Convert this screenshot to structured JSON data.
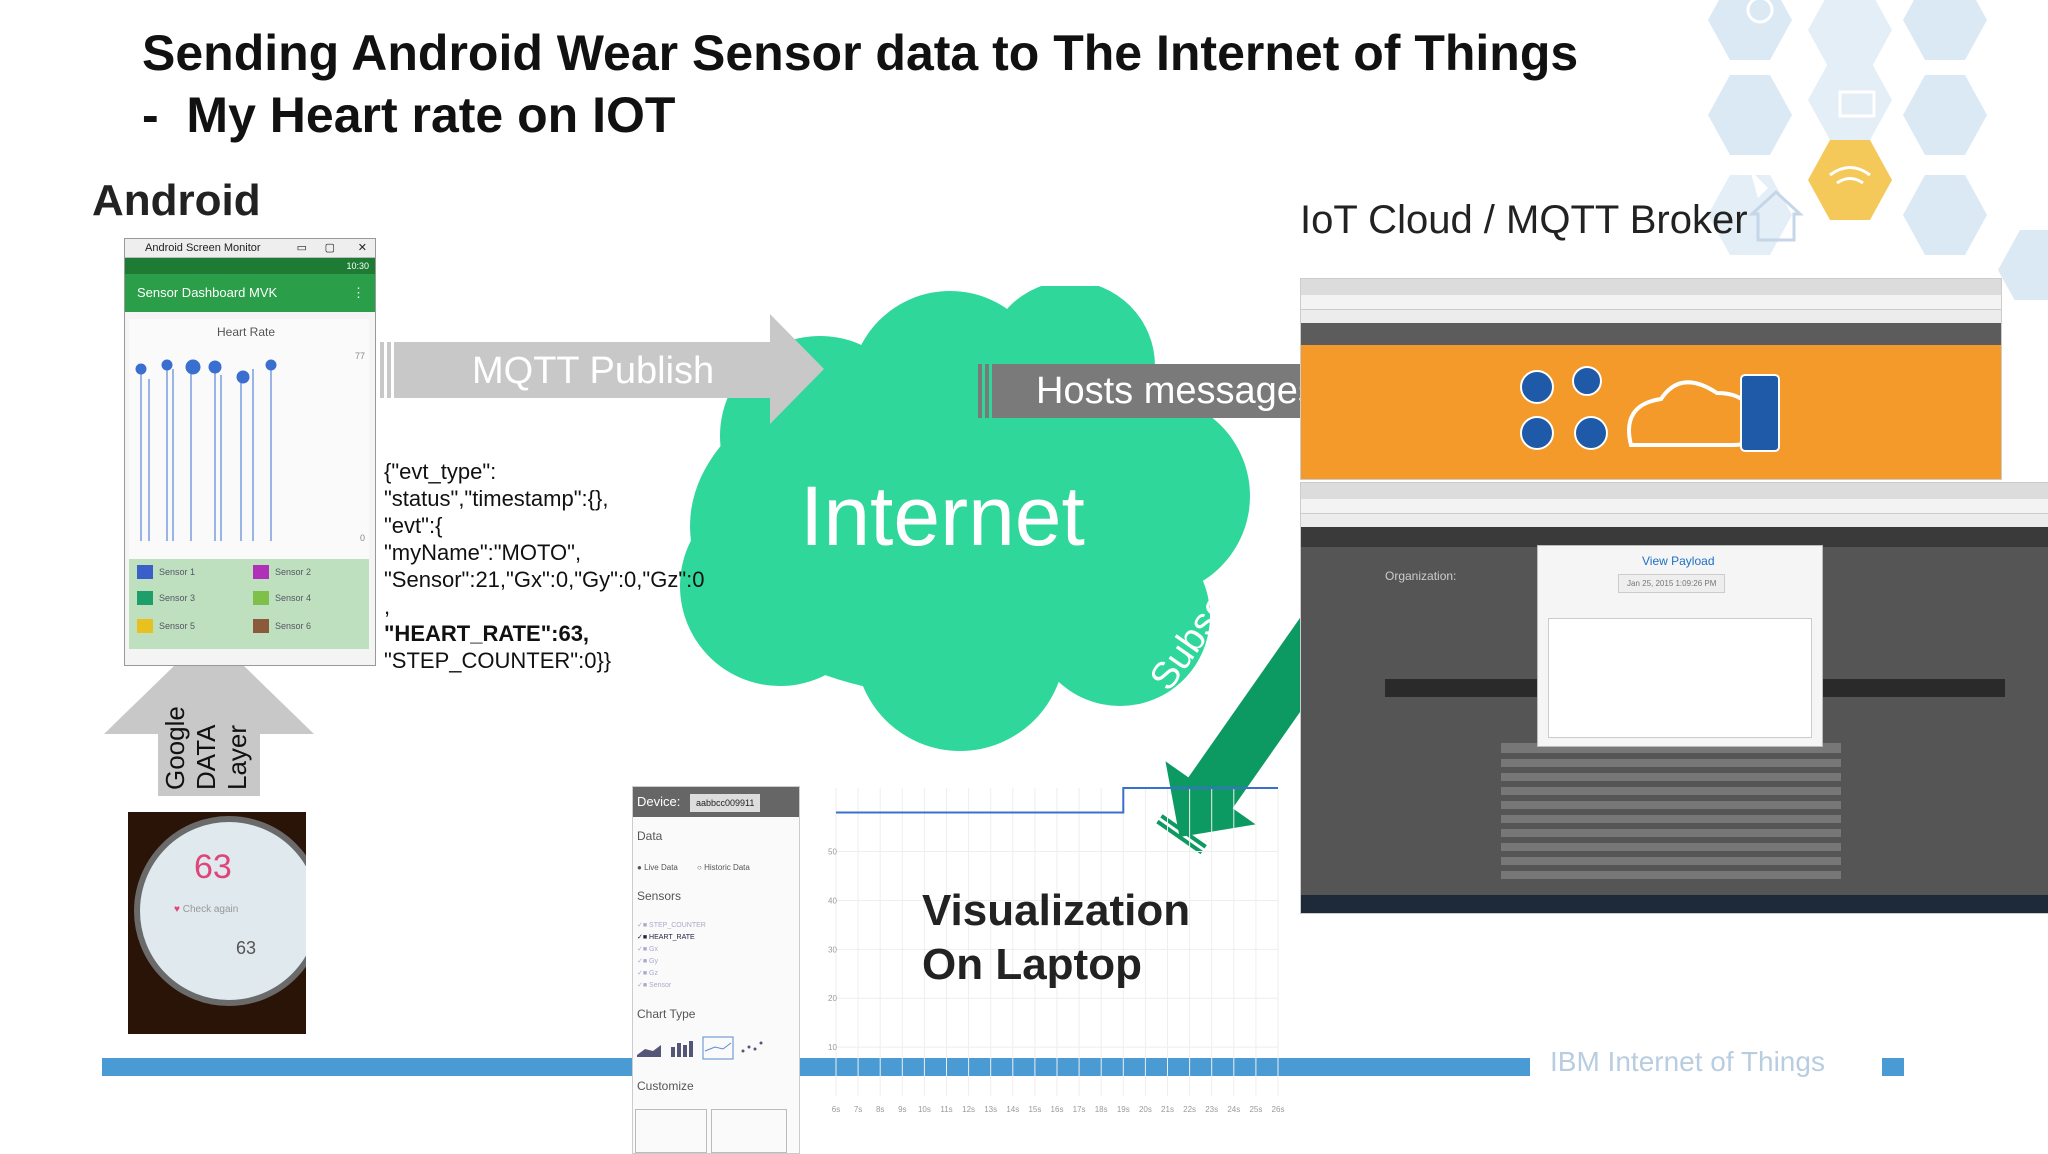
{
  "title_line1": "Sending Android Wear Sensor data to The Internet of Things",
  "title_line2": "-  My Heart rate on IOT",
  "android_heading": "Android",
  "broker_heading": "IoT Cloud / MQTT Broker",
  "internet_label": "Internet",
  "mqtt_publish_label": "MQTT Publish",
  "hosts_messages_label": "Hosts messages",
  "subscribes_label": "Subscribes",
  "google_data_layer": [
    "Google",
    "DATA",
    "Layer"
  ],
  "visualization_label": [
    "Visualization",
    "On Laptop"
  ],
  "footer_text": "IBM Internet of Things",
  "json_payload": {
    "l1": "{\"evt_type\":",
    "l2": "\"status\",\"timestamp\":{},",
    "l3": "\"evt\":{",
    "l4": "\"myName\":\"MOTO\",",
    "l5": "\"Sensor\":21,\"Gx\":0,\"Gy\":0,\"Gz\":0",
    "l6": ",",
    "l7": "\"HEART_RATE\":63,",
    "l8": "\"STEP_COUNTER\":0}}"
  },
  "phone": {
    "window_title": "Android Screen Monitor",
    "time": "10:30",
    "app_title": "Sensor Dashboard MVK",
    "chart_title": "Heart Rate",
    "y_max": "77",
    "y_min": "0",
    "legend": [
      "Sensor 1",
      "Sensor 2",
      "Sensor 3",
      "Sensor 4",
      "Sensor 5",
      "Sensor 6"
    ]
  },
  "watch": {
    "heart_rate": "63",
    "message": "Check again",
    "heart_rate_small": "63"
  },
  "viz_panel": {
    "device_label": "Device:",
    "device_id": "aabbcc009911",
    "data_label": "Data",
    "live_data": "Live Data",
    "historic_data": "Historic Data",
    "sensors_label": "Sensors",
    "sensor_items": [
      "STEP_COUNTER",
      "HEART_RATE",
      "Gx",
      "Gy",
      "Gz",
      "Sensor"
    ],
    "chart_type_label": "Chart Type",
    "customize_label": "Customize"
  },
  "modal": {
    "title": "View Payload",
    "timestamp": "Jan 25, 2015 1:09:26 PM"
  },
  "org_label": "Organization:",
  "colors": {
    "cloud": "#2fd79b",
    "arrow_grey": "#c8c8c8",
    "arrow_dark": "#7a7a7a",
    "arrow_green": "#0d9a62",
    "blue_bar": "#4a9ad4",
    "hex_light": "#dbe9f5"
  },
  "chart_data": {
    "type": "line",
    "x": [
      "6s",
      "7s",
      "8s",
      "9s",
      "10s",
      "11s",
      "12s",
      "13s",
      "14s",
      "15s",
      "16s",
      "17s",
      "18s",
      "19s",
      "20s",
      "21s",
      "22s",
      "23s",
      "24s",
      "25s",
      "26s"
    ],
    "y_ticks": [
      "50",
      "40",
      "30",
      "20",
      "10"
    ],
    "series": [
      {
        "values": [
          58,
          58,
          58,
          58,
          58,
          58,
          58,
          58,
          58,
          58,
          58,
          58,
          58,
          63,
          63,
          63,
          63,
          63,
          63,
          63,
          63
        ]
      }
    ],
    "ylim": [
      0,
      63
    ]
  }
}
